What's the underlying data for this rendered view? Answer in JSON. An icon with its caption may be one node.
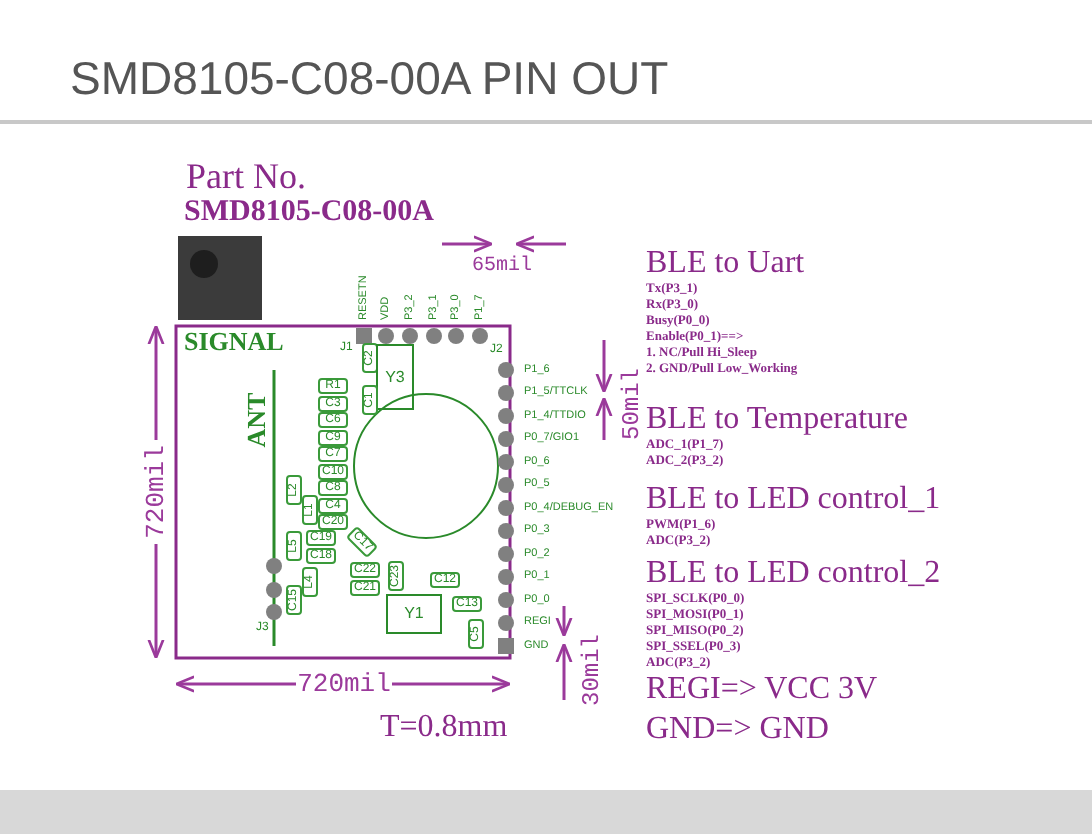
{
  "diagram": {
    "title": "SMD8105-C08-00A PIN OUT",
    "labels": [
      "Part No.",
      "SMD8105-C08-00A",
      "65mil",
      "RESETN",
      "VDD",
      "P3_2",
      "P3_1",
      "P3_0",
      "P1_7",
      "BLE to Uart",
      "Tx(P3_1)",
      "Rx(P3_0)",
      "Busy(P0_0)",
      "Enable(P0_1)==>",
      "1. NC/Pull Hi_Sleep",
      "2. GND/Pull Low_Working",
      "SIGNAL",
      "J1",
      "J2",
      "C2",
      "Y3",
      "C1",
      "R1",
      "C3",
      "C6",
      "C9",
      "C7",
      "C10",
      "C8",
      "C4",
      "C20",
      "ANT",
      "L2",
      "L1",
      "L5",
      "C19",
      "C18",
      "L4",
      "C15",
      "J3",
      "C17",
      "C22",
      "C21",
      "C23",
      "C12",
      "Y1",
      "C13",
      "C5",
      "P1_6",
      "P1_5/TTCLK",
      "P1_4/TTDIO",
      "P0_7/GIO1",
      "P0_6",
      "P0_5",
      "P0_4/DEBUG_EN",
      "P0_3",
      "P0_2",
      "P0_1",
      "P0_0",
      "REGI",
      "GND",
      "50mil",
      "BLE to Temperature",
      "ADC_1(P1_7)",
      "ADC_2(P3_2)",
      "720mil",
      "BLE to LED control_1",
      "PWM(P1_6)",
      "ADC(P3_2)",
      "BLE to LED control_2",
      "SPI_SCLK(P0_0)",
      "SPI_MOSI(P0_1)",
      "SPI_MISO(P0_2)",
      "SPI_SSEL(P0_3)",
      "ADC(P3_2)",
      "30mil",
      "720mil",
      "REGI=> VCC 3V",
      "T=0.8mm",
      "GND=> GND"
    ]
  }
}
